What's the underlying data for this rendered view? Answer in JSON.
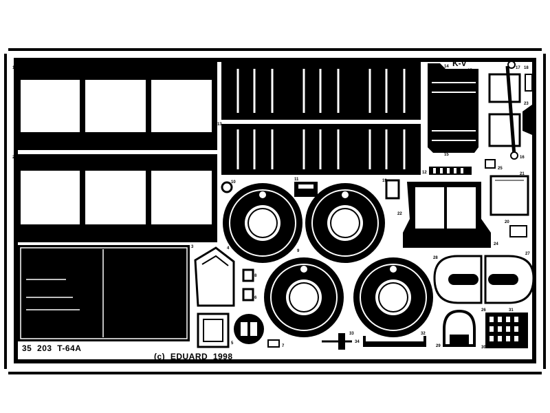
{
  "sheet": {
    "product_code": "35  203  T-64A",
    "copyright": "(c)  EDUARD  1998",
    "kv_label": "K-V",
    "colors": {
      "metal": "#000000",
      "background": "#ffffff"
    }
  },
  "part_numbers": {
    "p1": "1",
    "p2": "2",
    "p3": "3",
    "p4": "4",
    "p5": "5",
    "p6": "6",
    "p7": "7",
    "p8": "8",
    "p9": "9",
    "p10": "10",
    "p11": "11",
    "p12": "12",
    "p13": "13",
    "p14": "14",
    "p15": "15",
    "p16": "16",
    "p17": "17",
    "p18": "18",
    "p19": "19",
    "p20": "20",
    "p21": "21",
    "p22": "22",
    "p23": "23",
    "p24": "24",
    "p25": "25",
    "p26": "26",
    "p27": "27",
    "p28": "28",
    "p29": "29",
    "p30": "30",
    "p31": "31",
    "p32": "32",
    "p33": "33",
    "p34": "34",
    "p35": "35"
  }
}
